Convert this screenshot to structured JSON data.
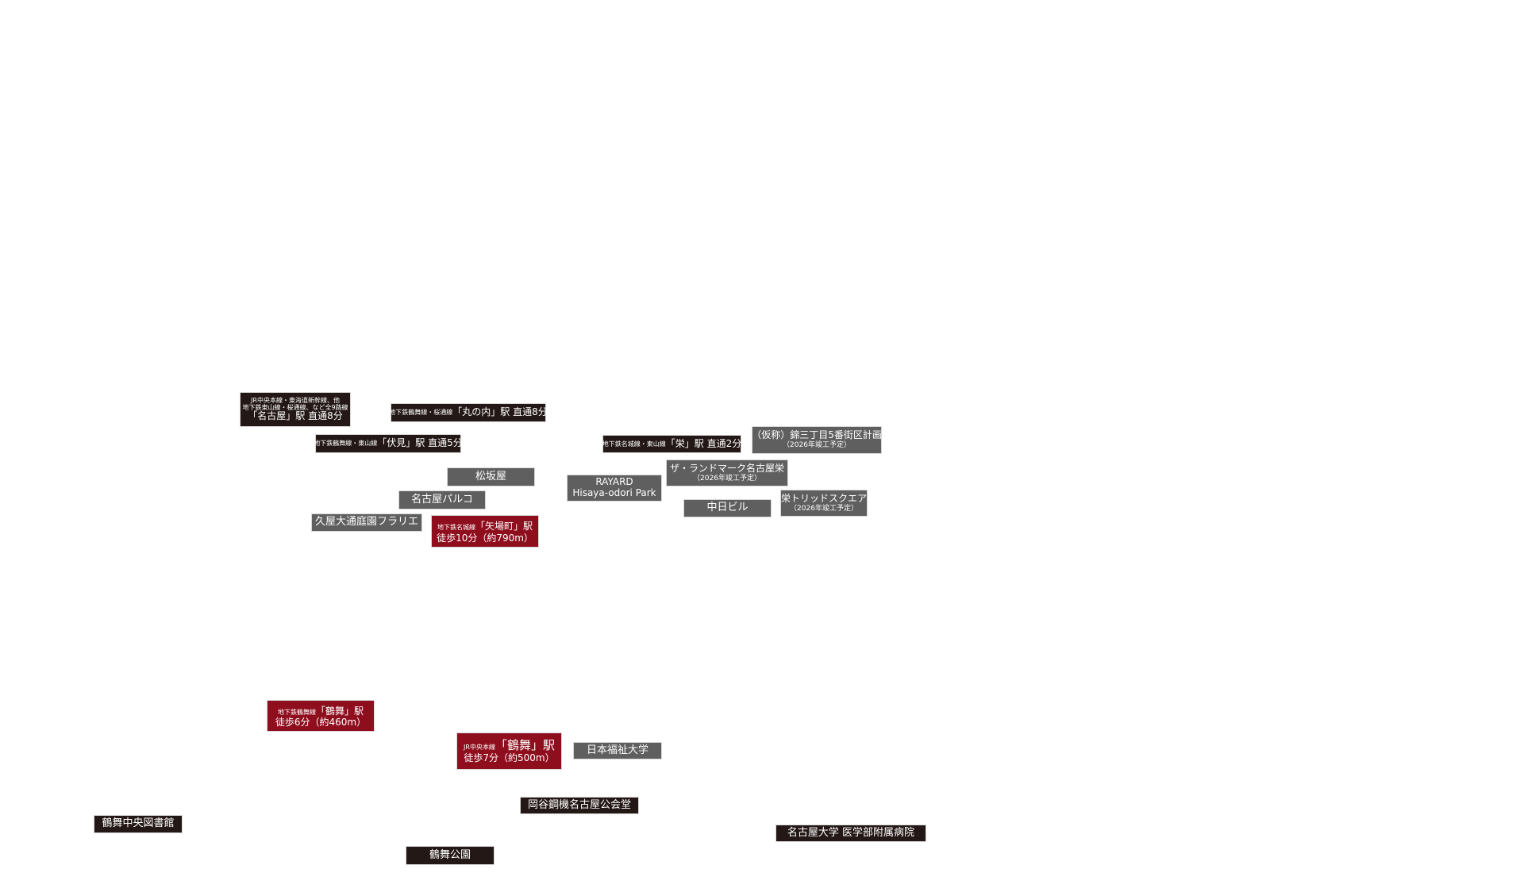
{
  "colors": {
    "station": "#231815",
    "facility": "#5f5f5f",
    "nearest_station": "#8f0e1e"
  },
  "labels": {
    "nagoya": {
      "line1": "JR中央本線・東海道新幹線、他",
      "line2": "地下鉄東山線・桜通線、など全9路線",
      "line3": "「名古屋」駅 直通8分"
    },
    "marunouchi": {
      "lines": "地下鉄鶴舞線・桜通線",
      "name": "「丸の内」駅 直通8分"
    },
    "fushimi": {
      "lines": "地下鉄鶴舞線・東山線",
      "name": "「伏見」駅 直通5分"
    },
    "sakae": {
      "lines": "地下鉄名城線・東山線",
      "name": "「栄」駅 直通2分"
    },
    "nishiki": {
      "name": "（仮称）錦三丁目5番街区計画",
      "note": "（2026年竣工予定）"
    },
    "matsuzakaya": "松坂屋",
    "landmark": {
      "name": "ザ・ランドマーク名古屋栄",
      "note": "（2026年竣工予定）"
    },
    "rayard": {
      "line1": "RAYARD",
      "line2": "Hisaya-odori Park"
    },
    "parco": "名古屋パルコ",
    "chunichi": "中日ビル",
    "trid": {
      "name": "栄トリッドスクエア",
      "note": "（2026年竣工予定）"
    },
    "furarie": "久屋大通庭園フラリエ",
    "yabacho": {
      "lines": "地下鉄名城線",
      "name": "「矢場町」駅",
      "walk": "徒歩10分（約790m）"
    },
    "tsurumai_subway": {
      "lines": "地下鉄鶴舞線",
      "name": "「鶴舞」駅",
      "walk": "徒歩6分（約460m）"
    },
    "tsurumai_jr": {
      "lines": "JR中央本線",
      "name": "「鶴舞」駅",
      "walk": "徒歩7分（約500m）"
    },
    "fukushi": "日本福祉大学",
    "okaya": "岡谷鋼機名古屋公会堂",
    "library": "鶴舞中央図書館",
    "park": "鶴舞公園",
    "hospital": "名古屋大学 医学部附属病院"
  }
}
